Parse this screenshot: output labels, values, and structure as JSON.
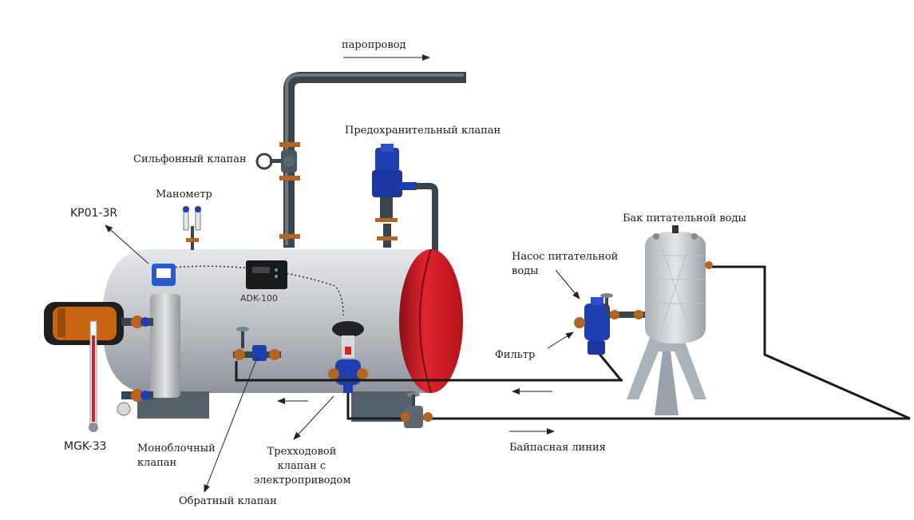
{
  "labels": {
    "steam_line": "паропровод",
    "safety_valve": "Предохранительный клапан",
    "bellows_valve": "Сильфонный клапан",
    "manometer": "Манометр",
    "kp01": "KP01-3R",
    "feedwater_tank": "Бак питательной воды",
    "feed_pump_line1": "Насос питательной",
    "feed_pump_line2": "воды",
    "adk": "ADK-100",
    "filter": "Фильтр",
    "mgk": "MGK-33",
    "monoblock_line1": "Моноблочный",
    "monoblock_line2": "клапан",
    "threeway_line1": "Трехходовой",
    "threeway_line2": "клапан с",
    "threeway_line3": "электроприводом",
    "bypass": "Байпасная линия",
    "check_valve": "Обратный клапан"
  },
  "colors": {
    "boiler_body": "#c9cdd2",
    "boiler_end": "#d4202a",
    "pipe": "#3f4a52",
    "flange": "#b5651d",
    "valve_blue": "#1f3fb0",
    "burner": "#c8640f",
    "tank": "#cfd3d8"
  }
}
